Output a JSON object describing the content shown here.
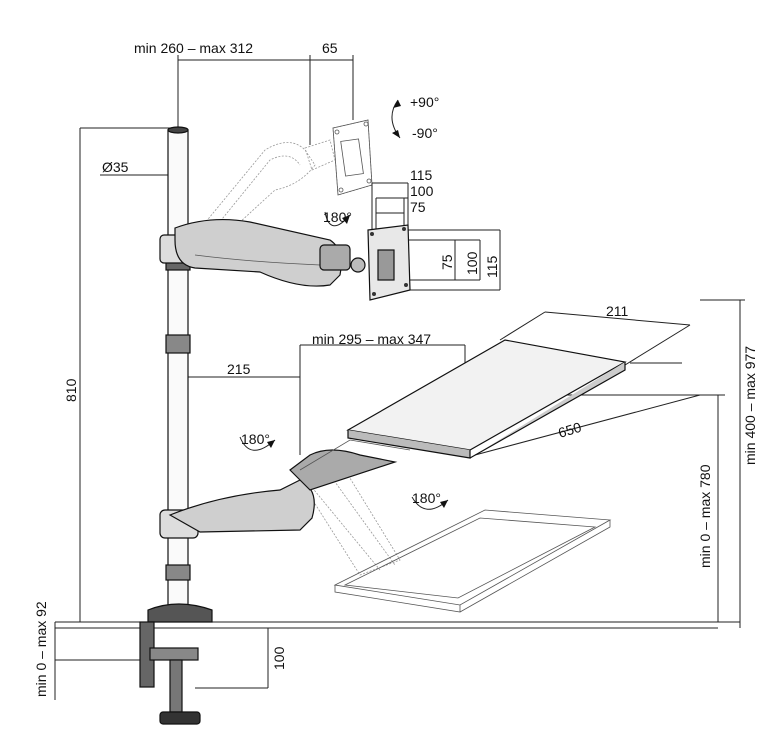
{
  "labels": {
    "arm_reach": "min 260 – max 312",
    "monitor_offset": "65",
    "tilt_up": "+90°",
    "tilt_down": "-90°",
    "pole_diameter": "Ø35",
    "vesa_115": "115",
    "vesa_100": "100",
    "vesa_75": "75",
    "vesa_v75": "75",
    "vesa_v100": "100",
    "vesa_v115": "115",
    "rotate_monitor": "180°",
    "pole_height": "810",
    "tray_reach": "min 295 – max 347",
    "tray_offset": "215",
    "tray_depth": "211",
    "tray_width": "650",
    "rotate_tray_arm": "180°",
    "rotate_tray": "180°",
    "tray_height": "min 0 – max 780",
    "total_height": "min 400 – max 977",
    "clamp_range": "min 0 – max 92",
    "clamp_depth": "100"
  }
}
